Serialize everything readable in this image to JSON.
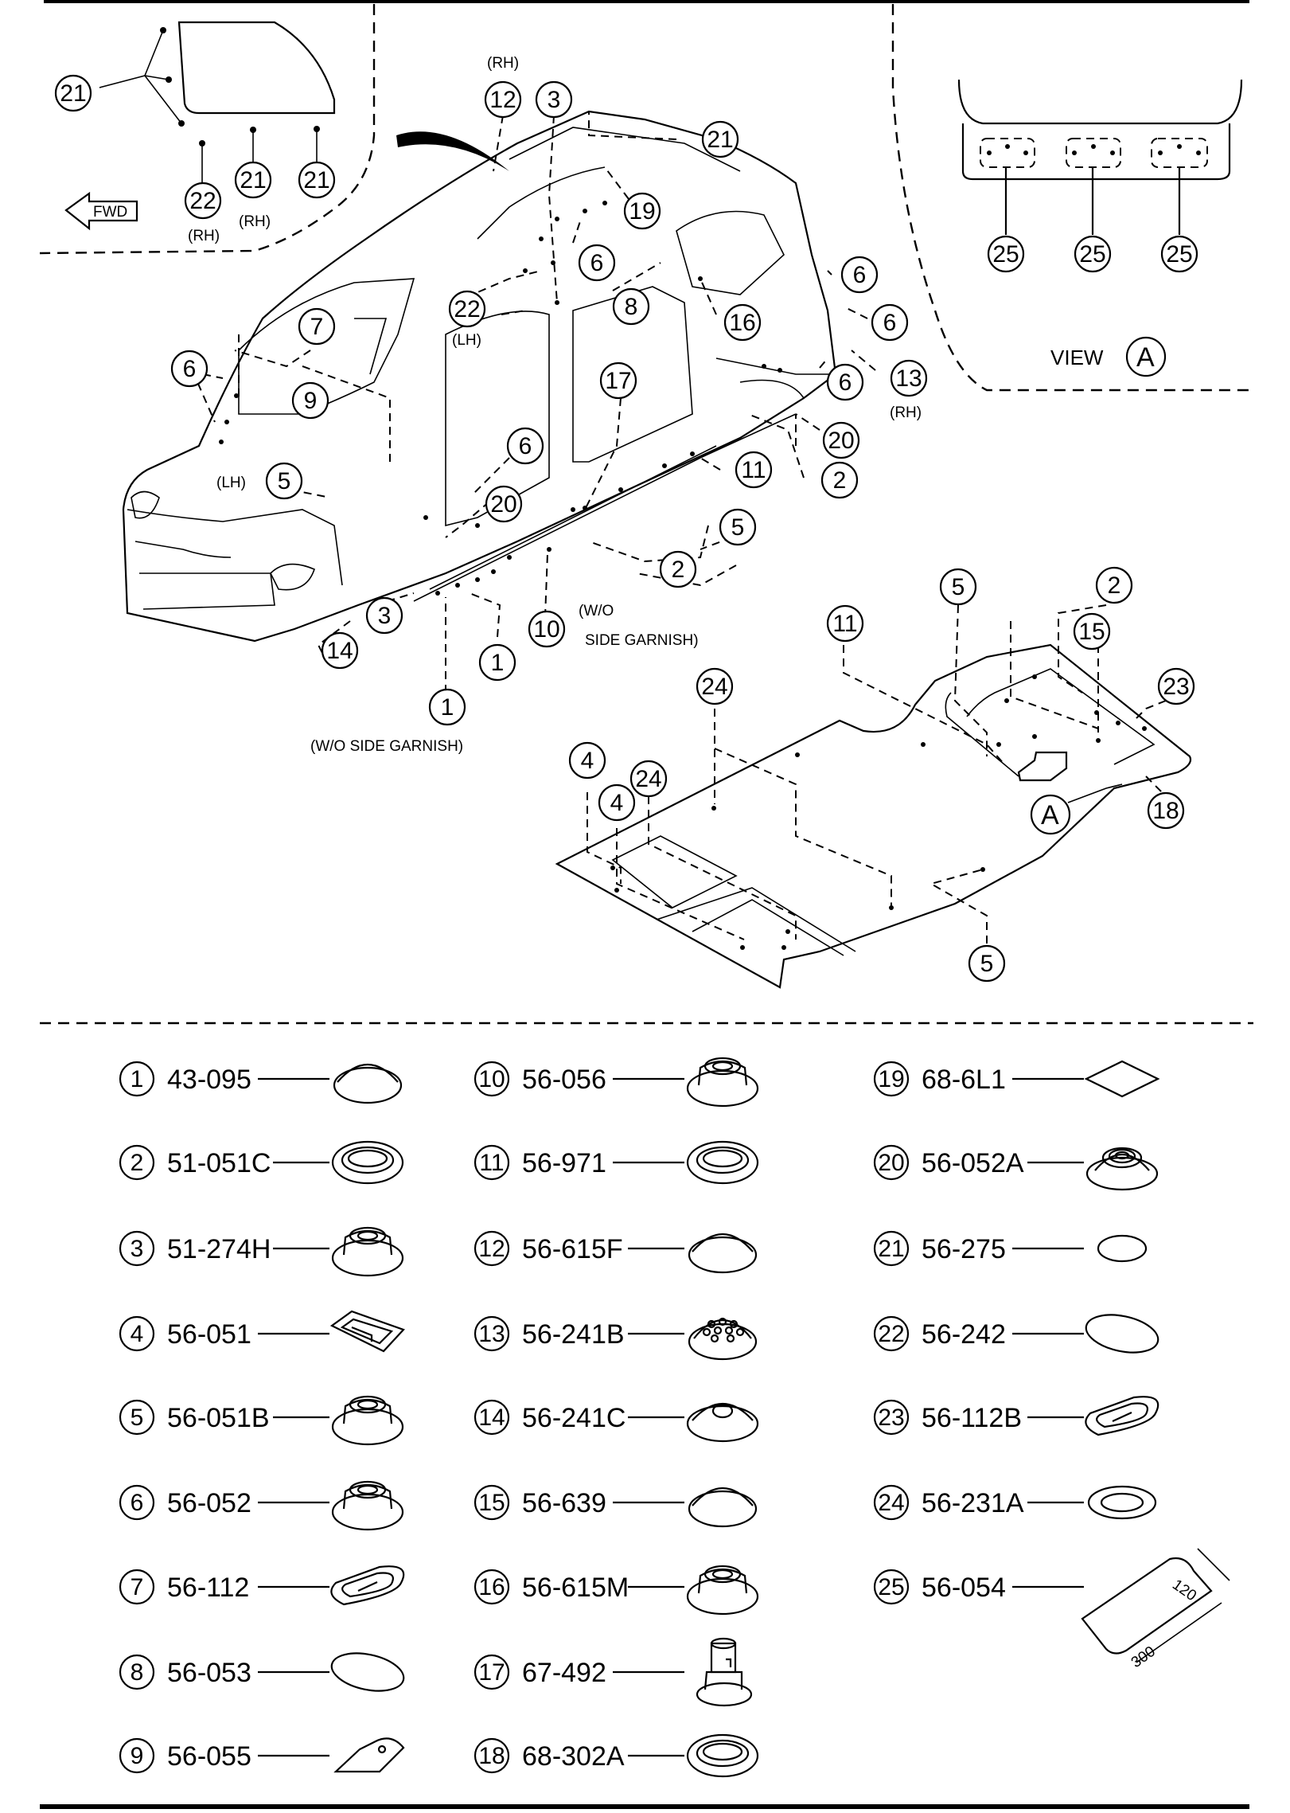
{
  "header": {},
  "fwd_label": "FWD",
  "view_label": "VIEW",
  "view_letter": "A",
  "notes": {
    "rh": "(RH)",
    "lh": "(LH)",
    "wo": "(W/O",
    "side_garnish": "SIDE GARNISH)",
    "wo_side_garnish": "(W/O SIDE GARNISH)"
  },
  "callouts": [
    {
      "n": "21"
    },
    {
      "n": "22"
    },
    {
      "n": "21"
    },
    {
      "n": "21"
    },
    {
      "n": "12"
    },
    {
      "n": "3"
    },
    {
      "n": "21"
    },
    {
      "n": "19"
    },
    {
      "n": "6"
    },
    {
      "n": "8"
    },
    {
      "n": "16"
    },
    {
      "n": "6"
    },
    {
      "n": "6"
    },
    {
      "n": "22"
    },
    {
      "n": "7"
    },
    {
      "n": "9"
    },
    {
      "n": "6"
    },
    {
      "n": "17"
    },
    {
      "n": "6"
    },
    {
      "n": "13"
    },
    {
      "n": "20"
    },
    {
      "n": "11"
    },
    {
      "n": "2"
    },
    {
      "n": "6"
    },
    {
      "n": "5"
    },
    {
      "n": "20"
    },
    {
      "n": "5"
    },
    {
      "n": "2"
    },
    {
      "n": "3"
    },
    {
      "n": "14"
    },
    {
      "n": "10"
    },
    {
      "n": "1"
    },
    {
      "n": "1"
    },
    {
      "n": "25"
    },
    {
      "n": "25"
    },
    {
      "n": "25"
    },
    {
      "n": "11"
    },
    {
      "n": "5"
    },
    {
      "n": "2"
    },
    {
      "n": "15"
    },
    {
      "n": "23"
    },
    {
      "n": "24"
    },
    {
      "n": "24"
    },
    {
      "n": "4"
    },
    {
      "n": "4"
    },
    {
      "n": "18"
    },
    {
      "n": "5"
    }
  ],
  "parts": [
    {
      "n": "1",
      "code": "43-095",
      "icon": "dome-plug-icon"
    },
    {
      "n": "2",
      "code": "51-051C",
      "icon": "ring-grommet-icon"
    },
    {
      "n": "3",
      "code": "51-274H",
      "icon": "stepped-grommet-icon"
    },
    {
      "n": "4",
      "code": "56-051",
      "icon": "rectangular-plug-icon"
    },
    {
      "n": "5",
      "code": "56-051B",
      "icon": "stepped-grommet-icon"
    },
    {
      "n": "6",
      "code": "56-052",
      "icon": "stepped-grommet-icon"
    },
    {
      "n": "7",
      "code": "56-112",
      "icon": "oval-grommet-icon"
    },
    {
      "n": "8",
      "code": "56-053",
      "icon": "oval-seal-icon"
    },
    {
      "n": "9",
      "code": "56-055",
      "icon": "tab-seal-icon"
    },
    {
      "n": "10",
      "code": "56-056",
      "icon": "stepped-grommet-icon"
    },
    {
      "n": "11",
      "code": "56-971",
      "icon": "ring-grommet-icon"
    },
    {
      "n": "12",
      "code": "56-615F",
      "icon": "dome-plug-icon"
    },
    {
      "n": "13",
      "code": "56-241B",
      "icon": "perforated-plug-icon"
    },
    {
      "n": "14",
      "code": "56-241C",
      "icon": "center-hole-plug-icon"
    },
    {
      "n": "15",
      "code": "56-639",
      "icon": "dome-plug-icon"
    },
    {
      "n": "16",
      "code": "56-615M",
      "icon": "stepped-grommet-icon"
    },
    {
      "n": "17",
      "code": "67-492",
      "icon": "stem-grommet-icon"
    },
    {
      "n": "18",
      "code": "68-302A",
      "icon": "ring-grommet-icon"
    },
    {
      "n": "19",
      "code": "68-6L1",
      "icon": "diamond-seal-icon"
    },
    {
      "n": "20",
      "code": "56-052A",
      "icon": "ribbed-grommet-icon"
    },
    {
      "n": "21",
      "code": "56-275",
      "icon": "small-oval-seal-icon"
    },
    {
      "n": "22",
      "code": "56-242",
      "icon": "oval-seal-icon"
    },
    {
      "n": "23",
      "code": "56-112B",
      "icon": "oval-grommet-icon"
    },
    {
      "n": "24",
      "code": "56-231A",
      "icon": "flat-ring-icon"
    },
    {
      "n": "25",
      "code": "56-054",
      "icon": "tape-pad-icon"
    }
  ],
  "dims": {
    "width": "120",
    "length": "300"
  }
}
